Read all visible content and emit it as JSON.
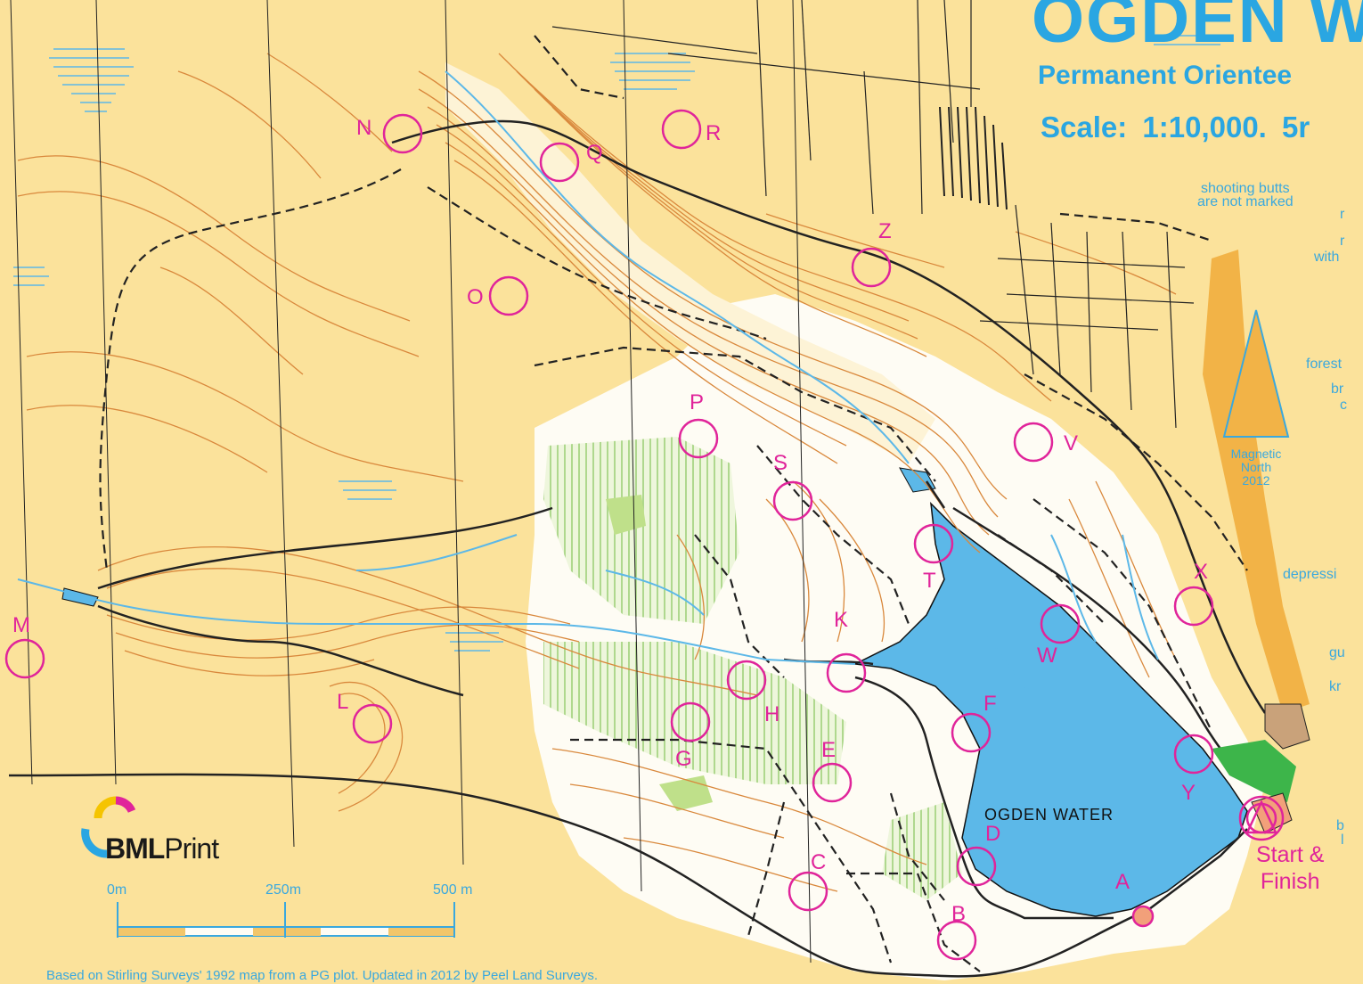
{
  "title": "OGDEN W",
  "subtitle": "Permanent Orientee",
  "scale_text": "Scale: 1:10,000.   5r",
  "notes": {
    "shooting_butts": "shooting butts\nare not marked"
  },
  "edge_fragments": [
    "r",
    "r",
    "with",
    "forest",
    "br",
    "c",
    "depressi",
    "gu",
    "kr",
    "b",
    "l"
  ],
  "north_arrow": {
    "label": "Magnetic\nNorth\n2012"
  },
  "controls": [
    {
      "id": "N",
      "label": "N"
    },
    {
      "id": "Q",
      "label": "Q"
    },
    {
      "id": "R",
      "label": "R"
    },
    {
      "id": "Z",
      "label": "Z"
    },
    {
      "id": "O",
      "label": "O"
    },
    {
      "id": "P",
      "label": "P"
    },
    {
      "id": "S",
      "label": "S"
    },
    {
      "id": "V",
      "label": "V"
    },
    {
      "id": "T",
      "label": "T"
    },
    {
      "id": "X",
      "label": "X"
    },
    {
      "id": "M",
      "label": "M"
    },
    {
      "id": "K",
      "label": "K"
    },
    {
      "id": "W",
      "label": "W"
    },
    {
      "id": "L",
      "label": "L"
    },
    {
      "id": "H",
      "label": "H"
    },
    {
      "id": "G",
      "label": "G"
    },
    {
      "id": "F",
      "label": "F"
    },
    {
      "id": "E",
      "label": "E"
    },
    {
      "id": "Y",
      "label": "Y"
    },
    {
      "id": "D",
      "label": "D"
    },
    {
      "id": "C",
      "label": "C"
    },
    {
      "id": "A",
      "label": "A"
    },
    {
      "id": "B",
      "label": "B"
    }
  ],
  "start_finish": "Start &\nFinish",
  "lake_label": "OGDEN  WATER",
  "logo": {
    "bold": "BML",
    "light": "Print"
  },
  "scale_bar": {
    "labels": [
      "0m",
      "250m",
      "500 m"
    ]
  },
  "credit": "Based on Stirling Surveys' 1992 map from a PG plot.    Updated in 2012 by Peel Land Surveys.",
  "colors": {
    "open_land": "#fbe29b",
    "forest": "#ffffff",
    "green": "#a9d08e",
    "water": "#5cb8e8",
    "contour": "#d9883c",
    "course": "#e0249a",
    "text_blue": "#2aa6e2"
  }
}
